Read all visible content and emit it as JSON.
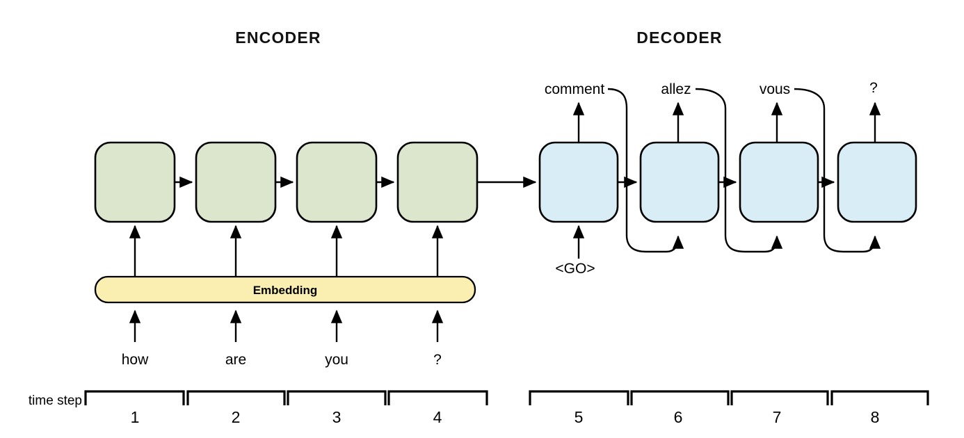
{
  "figure": {
    "title_encoder": "ENCODER",
    "title_decoder": "DECODER",
    "axis_label": "time step",
    "embedding_label": "Embedding",
    "colors": {
      "encoder_cell": "#dbe6cd",
      "decoder_cell": "#d9edf6",
      "embedding": "#fbeeb1",
      "stroke": "#000000",
      "background": "#ffffff"
    }
  },
  "encoder": {
    "cells": [
      {
        "index": 1,
        "input_token": "how"
      },
      {
        "index": 2,
        "input_token": "are"
      },
      {
        "index": 3,
        "input_token": "you"
      },
      {
        "index": 4,
        "input_token": "?"
      }
    ]
  },
  "decoder": {
    "cells": [
      {
        "index": 1,
        "input_token": "<GO>",
        "output_token": "comment"
      },
      {
        "index": 2,
        "input_token": "comment",
        "output_token": "allez"
      },
      {
        "index": 3,
        "input_token": "allez",
        "output_token": "vous"
      },
      {
        "index": 4,
        "input_token": "vous",
        "output_token": "?"
      }
    ]
  },
  "time_steps": [
    "1",
    "2",
    "3",
    "4",
    "5",
    "6",
    "7",
    "8"
  ]
}
